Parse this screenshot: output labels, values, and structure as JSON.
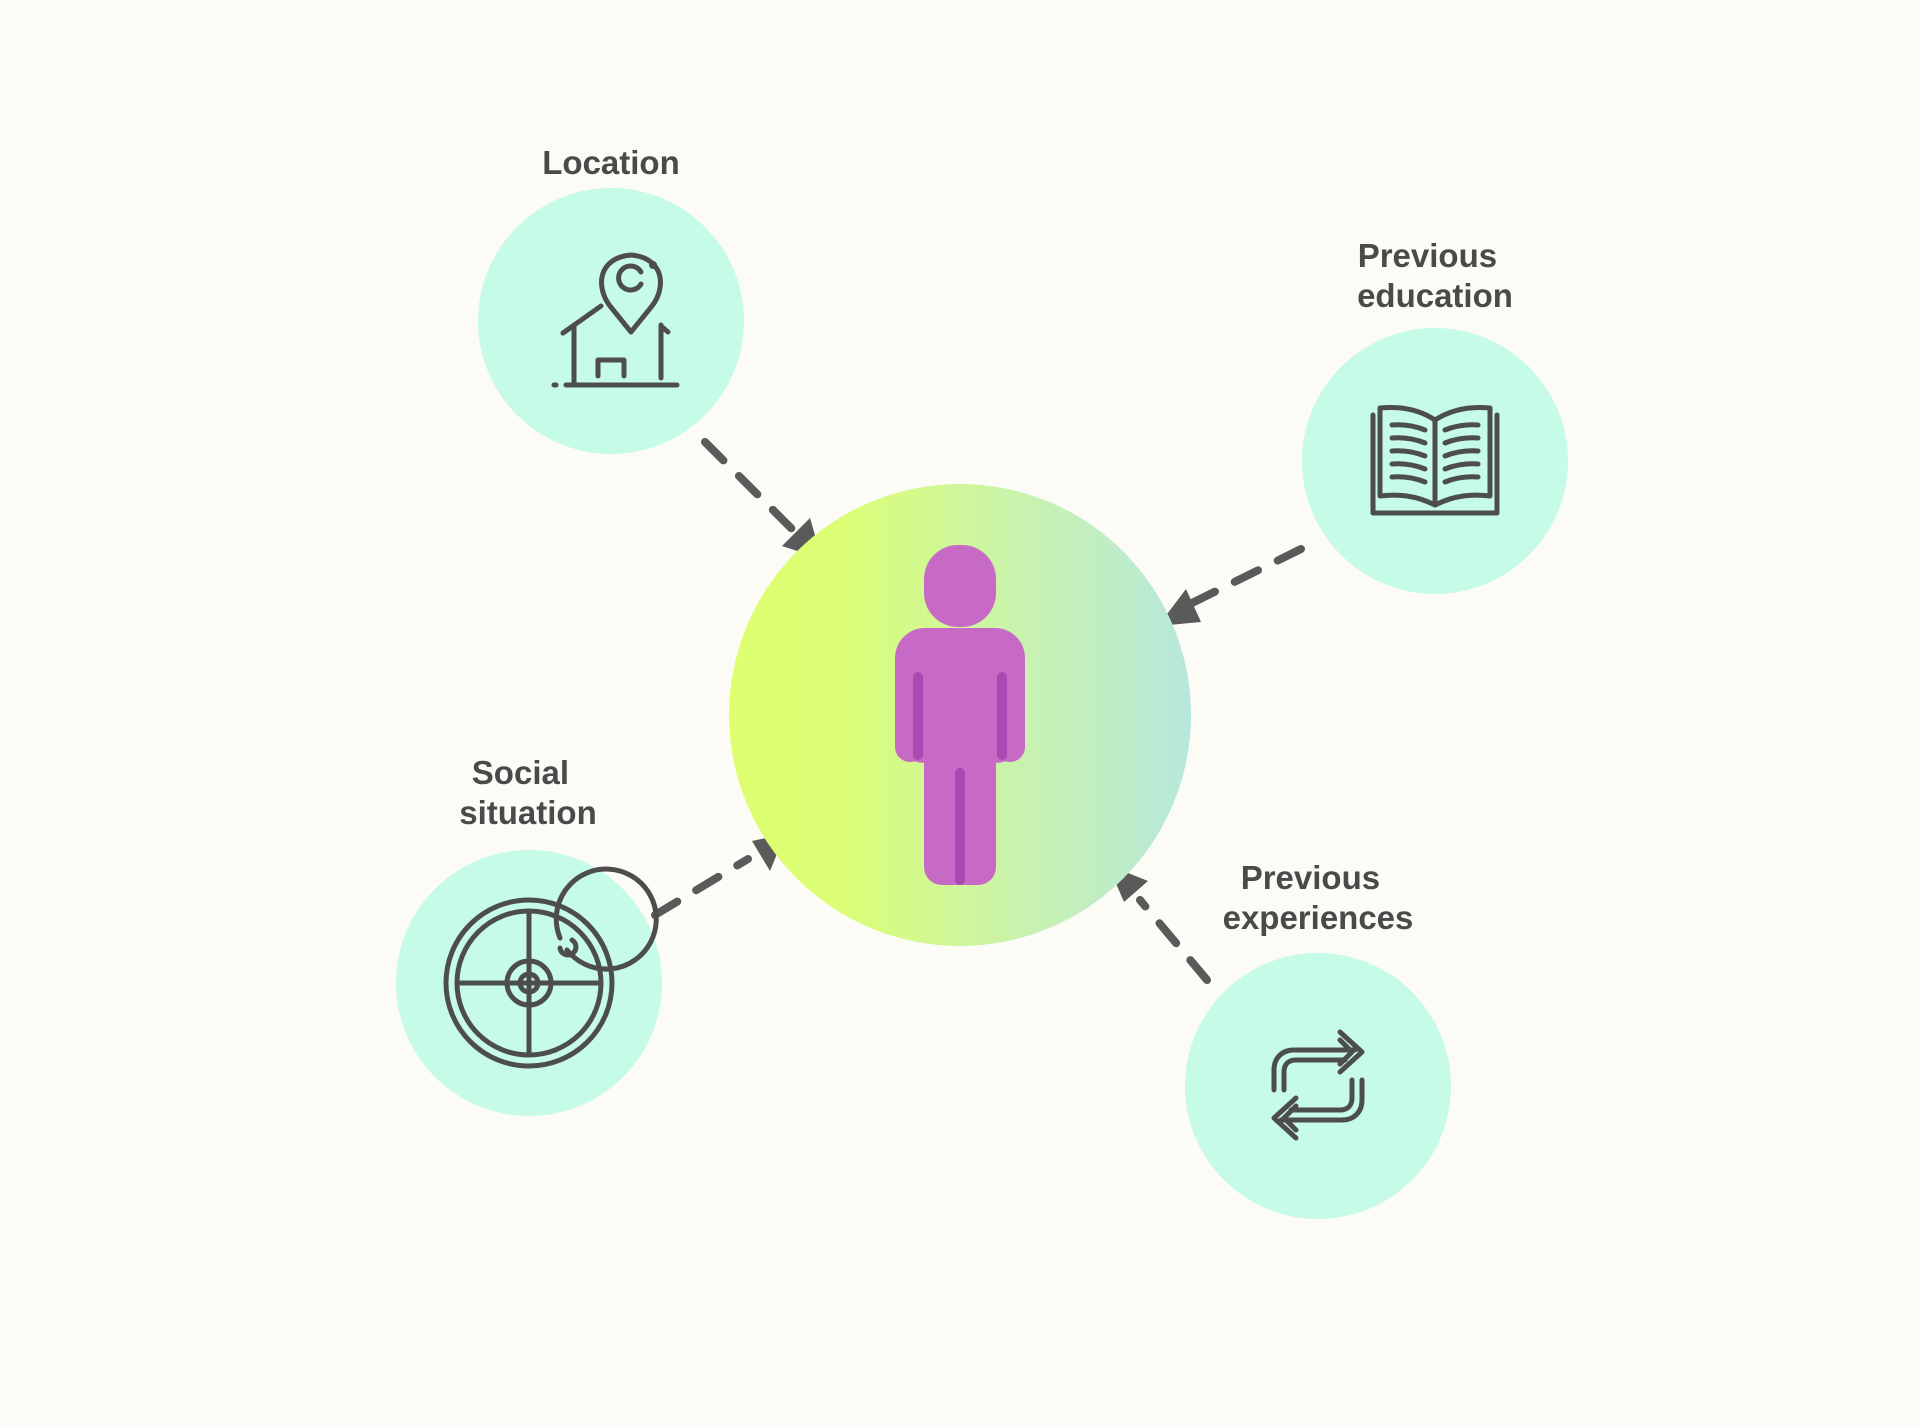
{
  "diagram": {
    "center": {
      "icon": "person-icon",
      "colors": {
        "gradient_start": "#dcfe70",
        "gradient_end": "#b9e9dc",
        "figure": "#c76ac6",
        "figure_shade": "#ad47b2"
      }
    },
    "factors": [
      {
        "id": "location",
        "lines": [
          "Location"
        ],
        "icon": "house-location-pin-icon"
      },
      {
        "id": "previous-education",
        "lines": [
          "Previous",
          "education"
        ],
        "icon": "open-book-icon"
      },
      {
        "id": "social-situation",
        "lines": [
          "Social",
          "situation"
        ],
        "icon": "radar-icon"
      },
      {
        "id": "previous-experiences",
        "lines": [
          "Previous",
          "experiences"
        ],
        "icon": "repeat-arrows-icon"
      }
    ],
    "colors": {
      "background": "#fcfbf6",
      "factor_circle": "#c6fbe8",
      "arrow": "#5a5a5a",
      "text": "#4a4a4a",
      "icon_stroke": "#4d4d4d"
    }
  }
}
